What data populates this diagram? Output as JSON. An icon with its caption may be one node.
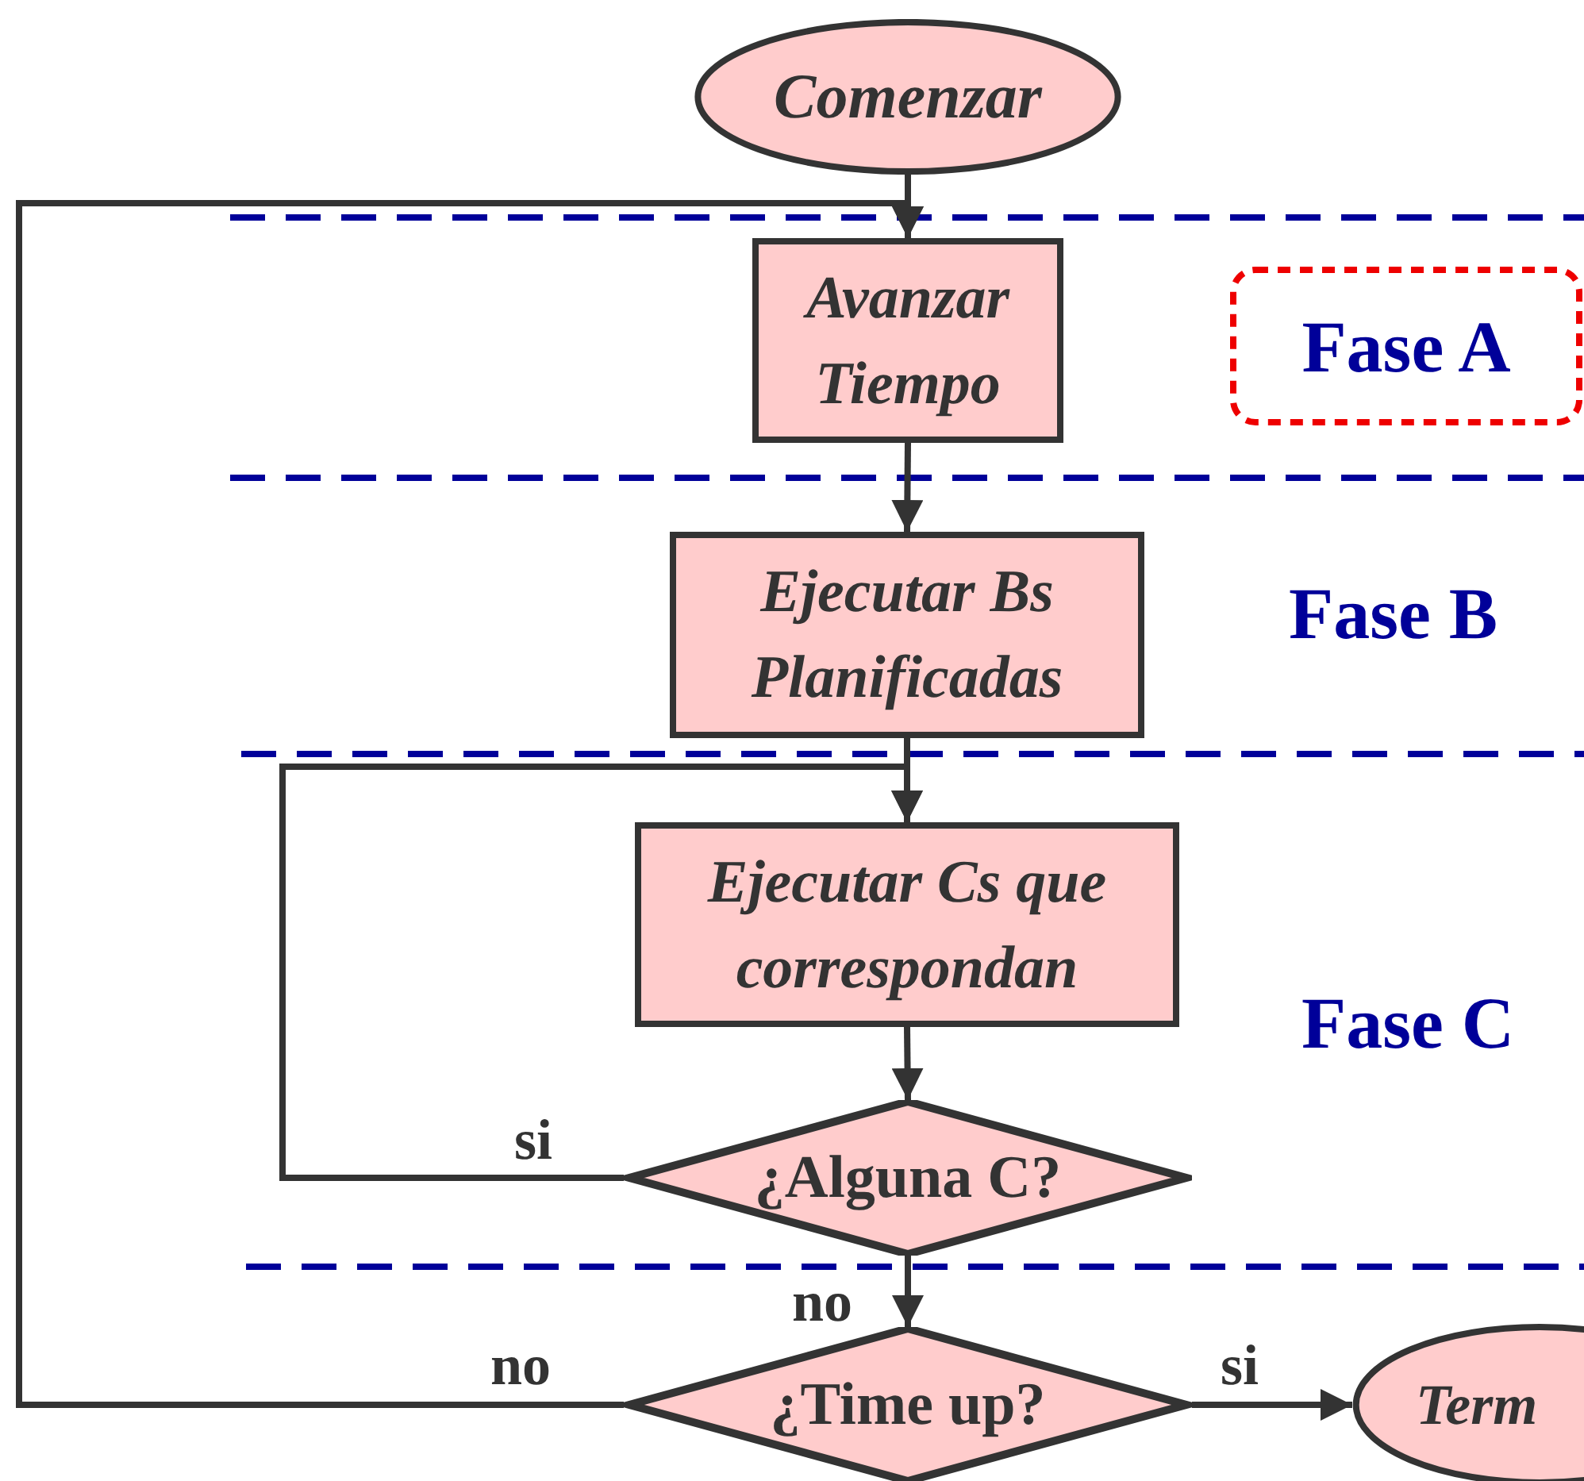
{
  "diagram": {
    "nodes": [
      {
        "text": [
          "Comenzar"
        ]
      },
      {
        "text": [
          "Avanzar Tiempo"
        ]
      },
      {
        "text": [
          "Ejecutar Bs Planificadas"
        ]
      },
      {
        "text": [
          "Ejecutar Cs que correspondan"
        ]
      },
      {
        "text": [
          "¿Alguna C?"
        ]
      },
      {
        "text": [
          "¿Time up?"
        ]
      },
      {
        "text": [
          "Term"
        ]
      },
      {
        "text": [
          "Fase A"
        ]
      }
    ],
    "edges": [
      {
        "from": 0,
        "to": 1,
        "arrow": "to"
      },
      {
        "from": 1,
        "to": 2,
        "arrow": "to"
      },
      {
        "from": 2,
        "to": 3,
        "arrow": "to"
      },
      {
        "from": 3,
        "to": 4,
        "arrow": "to"
      },
      {
        "from": 4,
        "to": 3,
        "arrow": "to",
        "label": "si"
      },
      {
        "from": 4,
        "to": 5,
        "arrow": "to",
        "label": "no"
      },
      {
        "from": 5,
        "to": 1,
        "arrow": "to",
        "label": "no"
      },
      {
        "from": 5,
        "to": 6,
        "arrow": "to",
        "label": "si"
      }
    ],
    "labels": [
      "Fase B",
      "Fase C"
    ]
  }
}
